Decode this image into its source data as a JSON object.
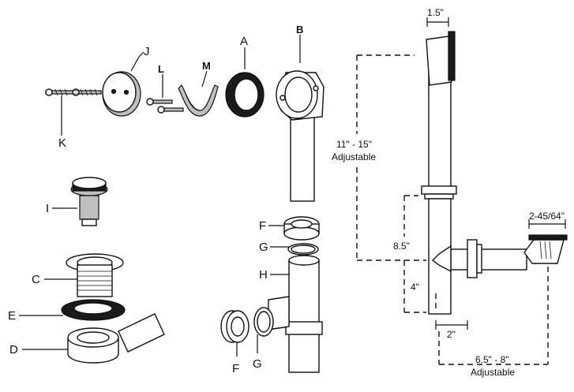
{
  "parts": {
    "a": "A",
    "b": "B",
    "c": "C",
    "d": "D",
    "e": "E",
    "f1": "F",
    "f2": "F",
    "g1": "G",
    "g2": "G",
    "h": "H",
    "i": "I",
    "j": "J",
    "k": "K",
    "l": "L",
    "m": "M"
  },
  "dimensions": {
    "top_width": "1.5\"",
    "height_range_value": "11\" - 15\"",
    "height_range_note": "Adjustable",
    "drop_height": "8.5\"",
    "low_height": "4\"",
    "offset": "2\"",
    "trap_width": "2-45/64\"",
    "reach_value": "6.5\" - 8\"",
    "reach_note": "Adjustable"
  }
}
